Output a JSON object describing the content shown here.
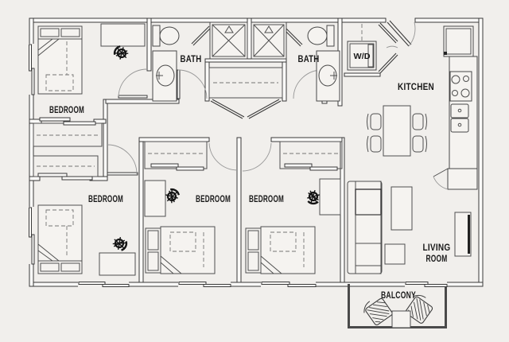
{
  "colors": {
    "background": "#f1efec",
    "wall_line": "#3a3a3a",
    "furniture_line": "#4f4f4f",
    "label_text": "#191919",
    "chair_black": "#141414"
  },
  "rooms": {
    "bedroom_top_left": {
      "label": "BEDROOM"
    },
    "bedroom_bottom_left": {
      "label": "BEDROOM"
    },
    "bedroom_middle": {
      "label": "BEDROOM"
    },
    "bedroom_right": {
      "label": "BEDROOM"
    },
    "bath_left": {
      "label": "BATH"
    },
    "bath_right": {
      "label": "BATH"
    },
    "laundry": {
      "label": "W/D"
    },
    "kitchen": {
      "label": "KITCHEN"
    },
    "living_room": {
      "label_line1": "LIVING",
      "label_line2": "ROOM"
    },
    "balcony": {
      "label": "BALCONY"
    }
  },
  "fixture_icons": {
    "shower_icon": "crossed-square-with-head",
    "toilet_icon": "tank-and-bowl",
    "sink_icon": "oval-basin-with-faucet",
    "fridge_icon": "box",
    "stove_icon": "four-burner-cooktop",
    "kitchen_sink_icon": "double-basin",
    "washer_dryer_icon": "stacked-unit",
    "desk_chair_icon": "black-task-chair",
    "dining_chair_icon": "side-chair",
    "patio_chair_icon": "hatched-chair",
    "closet_icon": "dashed-rod-with-sliding-doors",
    "door_icon": "quarter-arc-swing",
    "window_icon": "offset-pane-pair"
  }
}
